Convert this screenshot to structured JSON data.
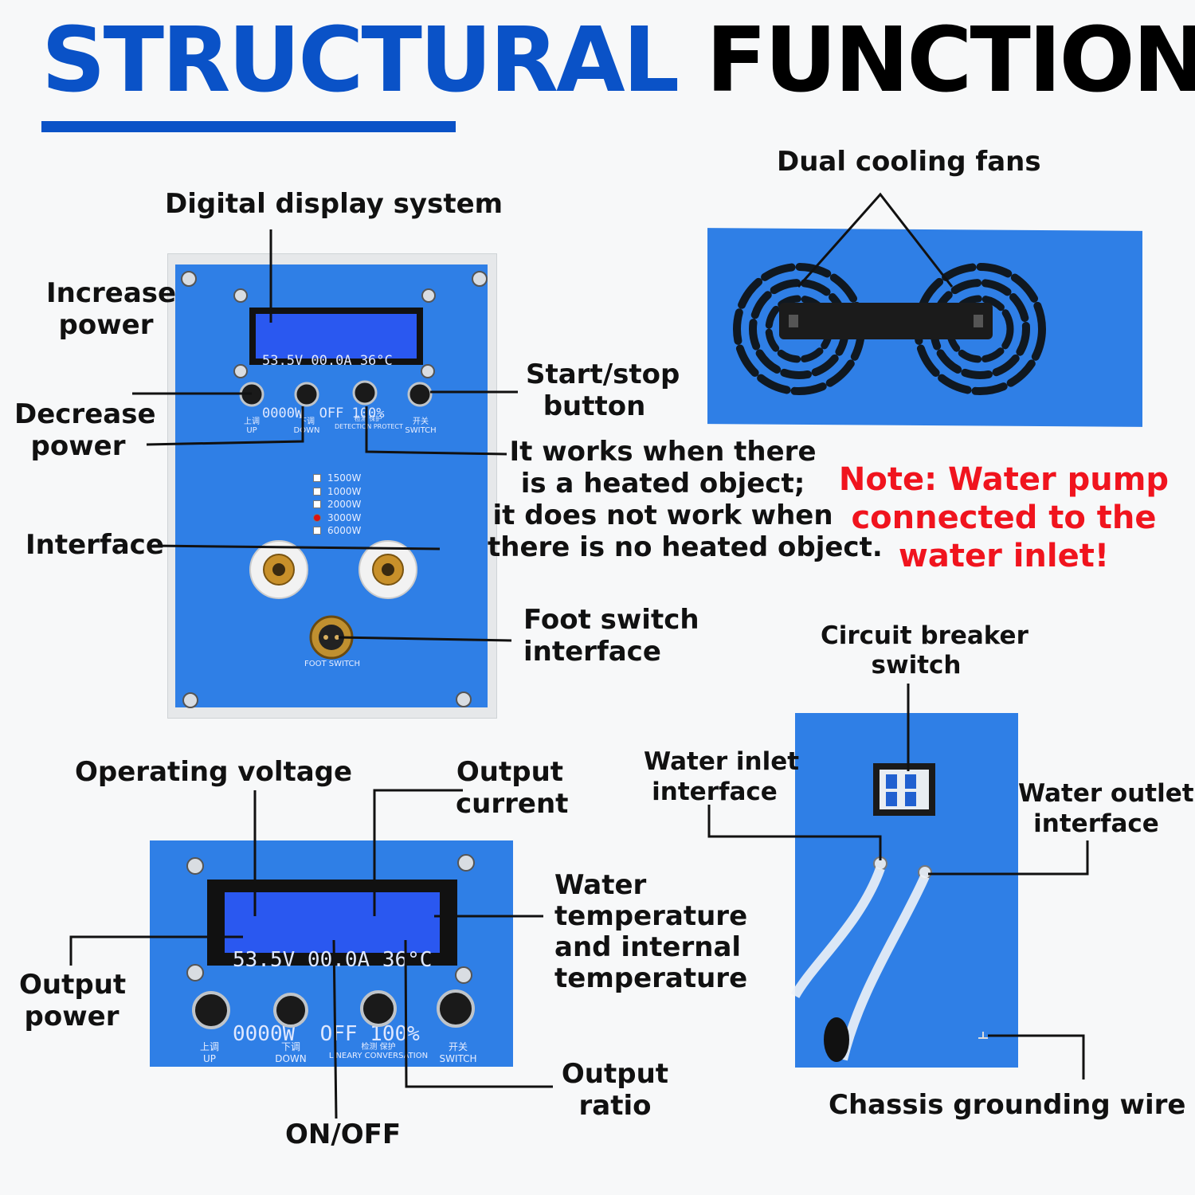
{
  "title": {
    "part1": "STRUCTURAL",
    "part2": "FUNCTION"
  },
  "colors": {
    "brand_blue": "#0a52c7",
    "panel_blue": "#2f7fe6",
    "note_red": "#f0141e",
    "lcd_blue": "#2a58f0"
  },
  "labels": {
    "digital_display": "Digital display system",
    "increase_power": [
      "Increase",
      "power"
    ],
    "decrease_power": [
      "Decrease",
      "power"
    ],
    "start_stop": [
      "Start/stop",
      "button"
    ],
    "works_note": [
      "It works when there",
      "is a heated object;",
      "it does not work when",
      "there is no heated object."
    ],
    "interface": "Interface",
    "foot_switch": [
      "Foot switch",
      "interface"
    ],
    "dual_fans": "Dual cooling fans",
    "circuit_breaker": [
      "Circuit breaker",
      "switch"
    ],
    "water_inlet": [
      "Water inlet",
      "interface"
    ],
    "water_outlet": [
      "Water outlet",
      "interface"
    ],
    "chassis_ground": "Chassis grounding wire",
    "operating_voltage": "Operating voltage",
    "output_current": [
      "Output",
      "current"
    ],
    "water_temp": [
      "Water",
      "temperature",
      "and internal",
      "temperature"
    ],
    "output_power": [
      "Output",
      "power"
    ],
    "output_ratio": [
      "Output",
      "ratio"
    ],
    "on_off": "ON/OFF"
  },
  "note": [
    "Note: Water pump",
    "connected to the",
    "water inlet!"
  ],
  "lcd": {
    "line1": "53.5V 00.0A 36°C",
    "line2": "0000W  OFF 100%"
  },
  "panel_silk": {
    "up": [
      "上调",
      "UP"
    ],
    "down": [
      "下调",
      "DOWN"
    ],
    "detect": [
      "检测 保护",
      "DETECTION PROTECT"
    ],
    "switch": [
      "开关",
      "SWITCH"
    ],
    "foot_switch": "FOOT SWITCH",
    "conversation": "LINEARY CONVERSATION"
  },
  "power_options": [
    {
      "label": "1500W",
      "active": false
    },
    {
      "label": "1000W",
      "active": false
    },
    {
      "label": "2000W",
      "active": false
    },
    {
      "label": "3000W",
      "active": true
    },
    {
      "label": "6000W",
      "active": false
    }
  ]
}
